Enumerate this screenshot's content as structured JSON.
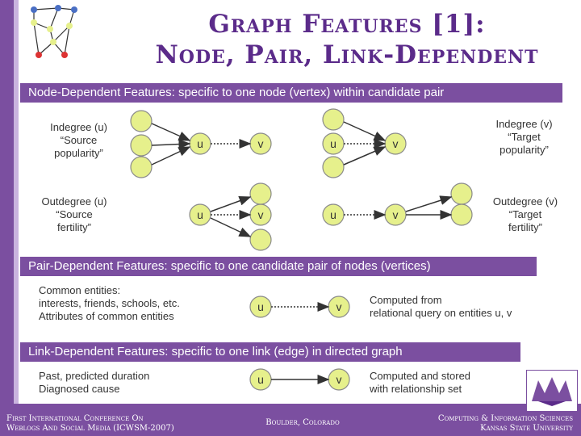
{
  "slide": {
    "title_line1": "Graph Features [1]:",
    "title_line2": "Node, Pair, Link-Dependent",
    "sections": {
      "node": "Node-Dependent Features: specific to one node (vertex) within candidate pair",
      "pair": "Pair-Dependent Features: specific to one candidate pair of nodes (vertices)",
      "link": "Link-Dependent Features: specific to one link (edge) in directed graph"
    },
    "labels": {
      "indegree_u": [
        "Indegree (u)",
        "“Source",
        "popularity”"
      ],
      "outdegree_u": [
        "Outdegree (u)",
        "“Source",
        "fertility”"
      ],
      "indegree_v": [
        "Indegree (v)",
        "“Target",
        "popularity”"
      ],
      "outdegree_v": [
        "Outdegree (v)",
        "“Target",
        "fertility”"
      ],
      "common": [
        "Common entities:",
        "interests, friends, schools, etc.",
        "Attributes of common entities"
      ],
      "computed_query": [
        "Computed from",
        "relational query on entities u, v"
      ],
      "past": [
        "Past, predicted duration",
        "Diagnosed cause"
      ],
      "computed_stored": [
        "Computed and stored",
        "with relationship set"
      ]
    },
    "node_letters": {
      "u": "u",
      "v": "v"
    },
    "footer": {
      "left_line1": "First International Conference On",
      "left_line2": "Weblogs And Social Media (ICWSM-2007)",
      "center": "Boulder, Colorado",
      "right_line1": "Computing & Information Sciences",
      "right_line2": "Kansas State University"
    },
    "colors": {
      "accent": "#7b4fa0",
      "node_fill": "#e6f08c",
      "node_stroke": "#8a8a8a",
      "title": "#5b2b8a"
    }
  }
}
